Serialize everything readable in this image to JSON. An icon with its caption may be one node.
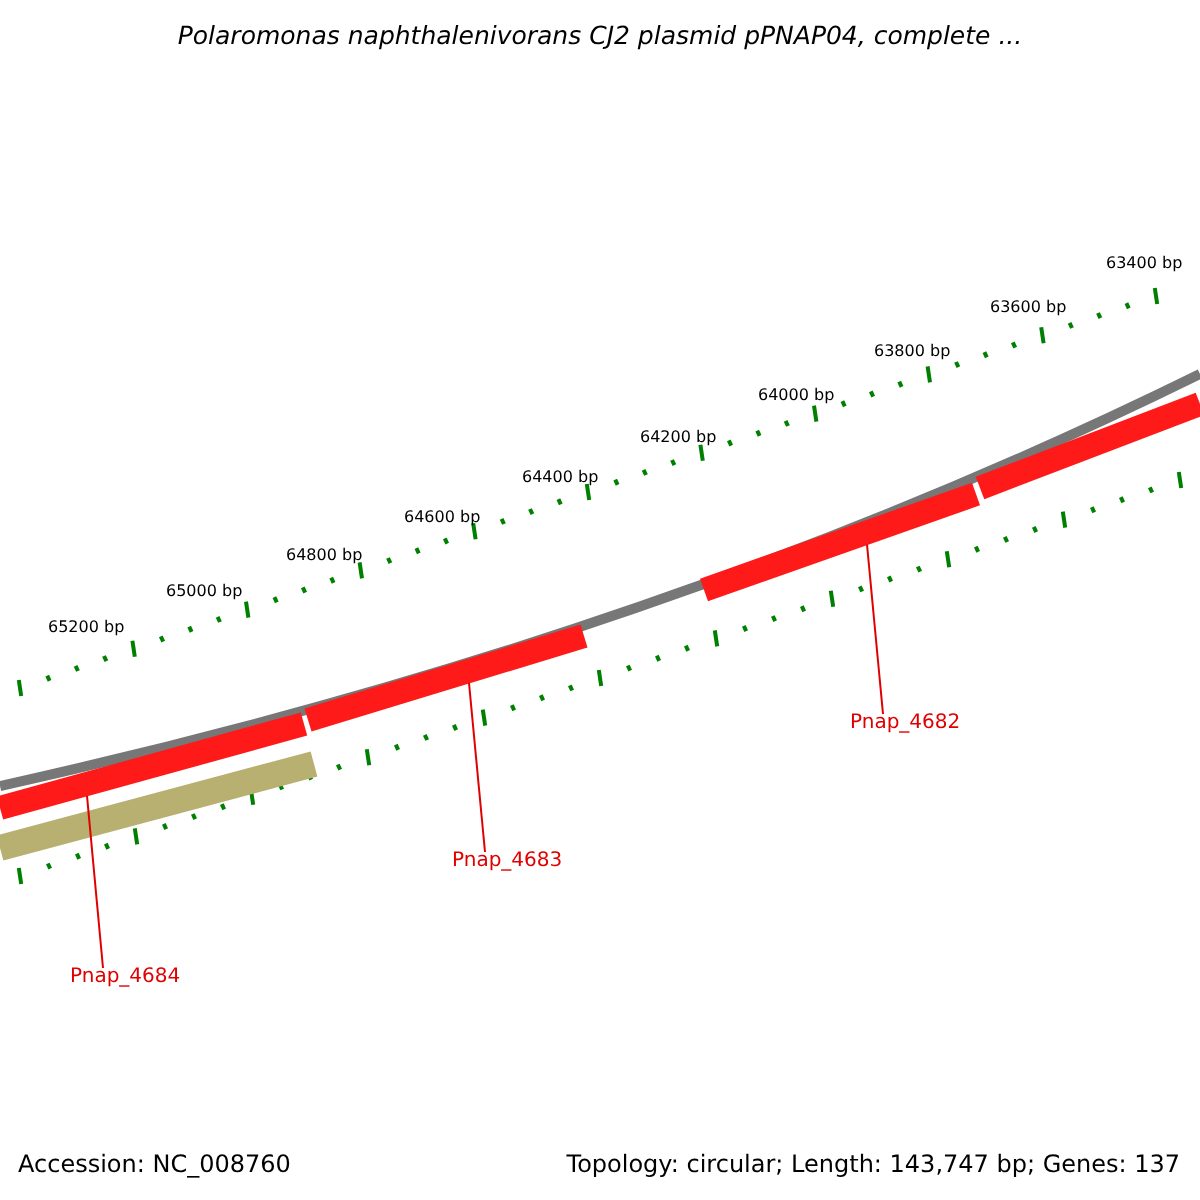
{
  "diagram": {
    "title": "Polaromonas naphthalenivorans CJ2 plasmid pPNAP04, complete ...",
    "nodes": [
      {
        "text": [
          "Pnap_4682"
        ]
      },
      {
        "text": [
          "Pnap_4683"
        ]
      },
      {
        "text": [
          "Pnap_4684"
        ]
      },
      {
        "text": [],
        "shape": "bar"
      },
      {
        "text": [],
        "shape": "bar"
      },
      {
        "text": [],
        "shape": "bar"
      }
    ],
    "edges": [
      {
        "from": 0,
        "to": 5,
        "arrow": "none"
      },
      {
        "from": 1,
        "to": 4,
        "arrow": "none"
      },
      {
        "from": 2,
        "to": 3,
        "arrow": "none"
      }
    ],
    "labels": [
      "63400 bp",
      "63600 bp",
      "63800 bp",
      "64000 bp",
      "64200 bp",
      "64400 bp",
      "64600 bp",
      "64800 bp",
      "65000 bp",
      "65200 bp",
      "Accession: NC_008760",
      "Topology: circular; Length: 143,747 bp; Genes: 137"
    ]
  }
}
